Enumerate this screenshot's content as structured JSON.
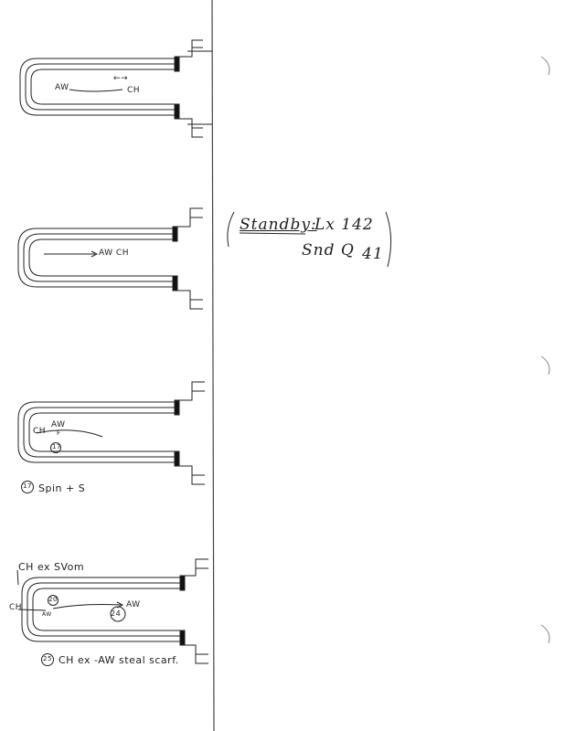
{
  "diagram_1": {
    "label_aw": "AW",
    "label_ch": "CH",
    "arrow_glyph": "←→"
  },
  "diagram_2": {
    "label_move": "AW CH"
  },
  "diagram_3": {
    "label_ch": "CH",
    "label_aw": "AW",
    "label_f": "F",
    "cue_circle": "17"
  },
  "cue_17_note": {
    "number": "17",
    "text": "Spin + S"
  },
  "standby_note": {
    "paren_open": "(",
    "standby": "Standby:",
    "lx": "Lx 142",
    "snd": "Snd Q",
    "snd_num": "41",
    "paren_close": ")"
  },
  "diagram_4": {
    "heading": "CH ex SVom",
    "left_label": "CH",
    "label_aw_small": "AW",
    "cue_20": "20",
    "label_aw": "AW",
    "cue_24": "24",
    "cue_25": "25",
    "bottom_text": "CH ex -AW steal scarf."
  }
}
